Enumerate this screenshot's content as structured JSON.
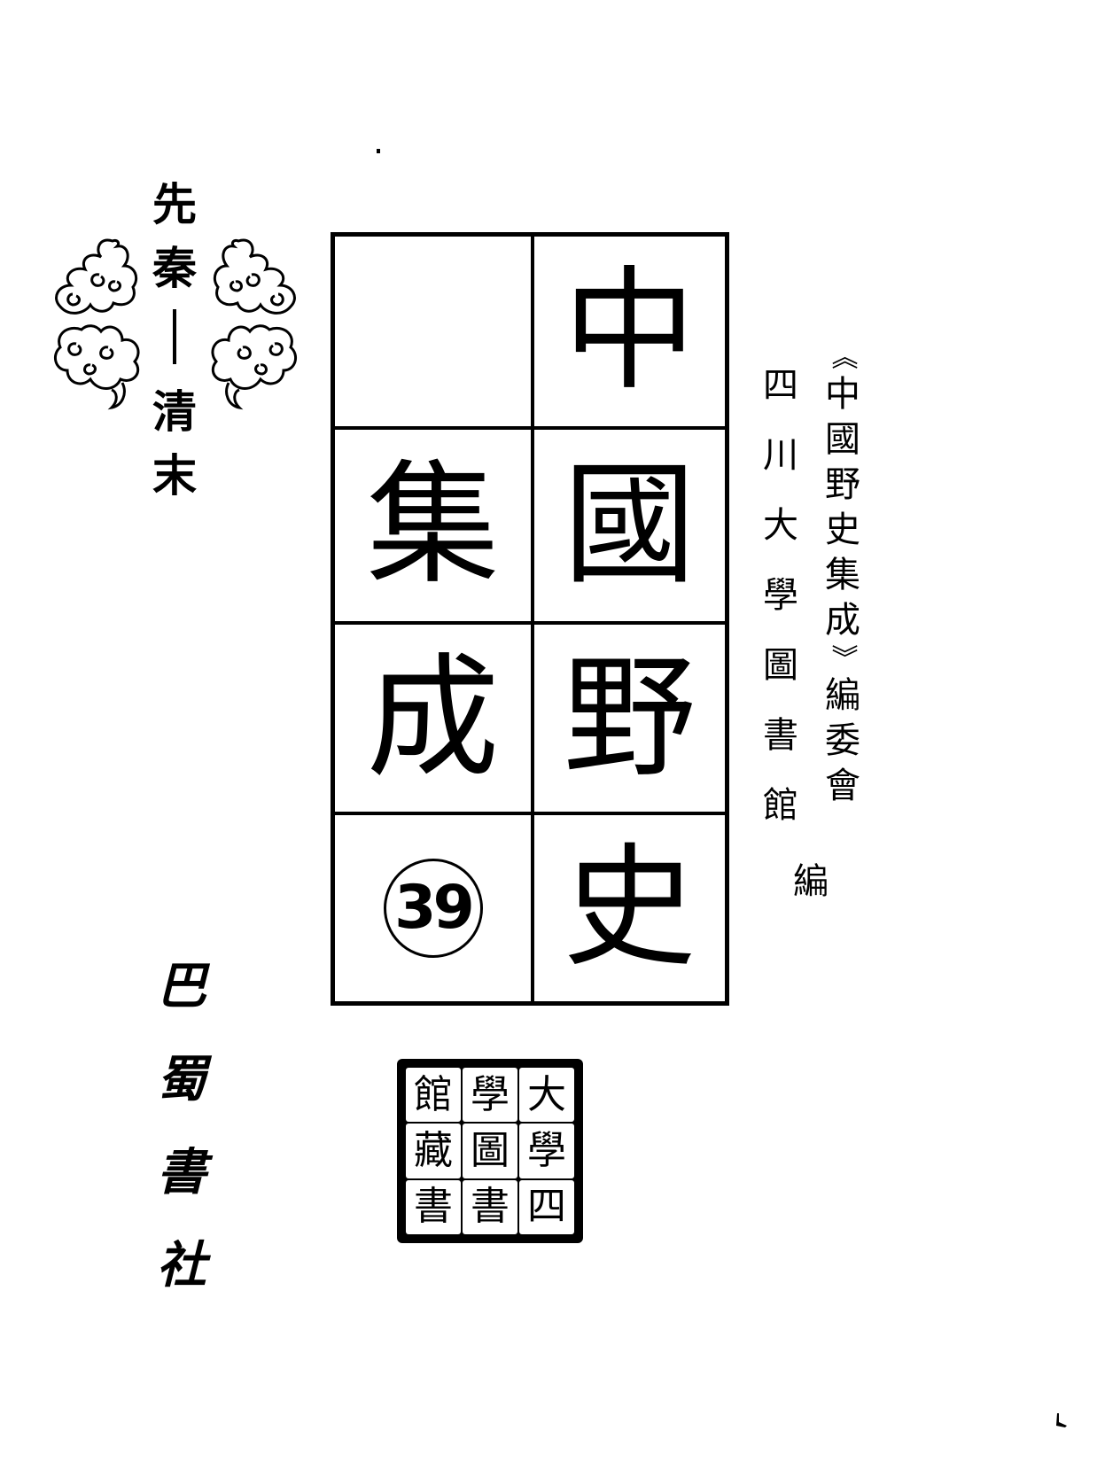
{
  "series": {
    "chars": [
      "先",
      "秦",
      "清",
      "末"
    ],
    "label": "先秦—清末"
  },
  "title": {
    "cells": {
      "right_column": [
        "中",
        "國",
        "野",
        "史"
      ],
      "left_column": [
        "",
        "集",
        "成"
      ]
    },
    "full": "中國野史集成",
    "volume_number": "39"
  },
  "editors": {
    "committee": {
      "open_bracket": "《",
      "title_chars": [
        "中",
        "國",
        "野",
        "史",
        "集",
        "成"
      ],
      "close_bracket": "》",
      "suffix_chars": [
        "編",
        "委",
        "會"
      ],
      "full": "《中國野史集成》編委會"
    },
    "library": {
      "chars": [
        "四",
        "川",
        "大",
        "學",
        "圖",
        "書",
        "館"
      ],
      "full": "四川大學圖書館"
    },
    "role": "編"
  },
  "publisher": {
    "chars": [
      "巴",
      "蜀",
      "書",
      "社"
    ],
    "full": "巴蜀書社"
  },
  "seal": {
    "chars": [
      "大",
      "學",
      "館",
      "學",
      "圖",
      "藏",
      "四",
      "書",
      "書"
    ],
    "description": "library collection seal"
  },
  "colors": {
    "ink": "#000000",
    "paper": "#ffffff"
  }
}
